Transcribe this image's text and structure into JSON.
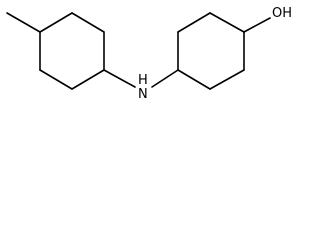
{
  "molecule": {
    "atom_labels": {
      "nh": "H",
      "n": "N",
      "oh": "OH"
    }
  },
  "colors": {
    "background": "#ffffff",
    "bond": "#000000",
    "text": "#000000"
  }
}
